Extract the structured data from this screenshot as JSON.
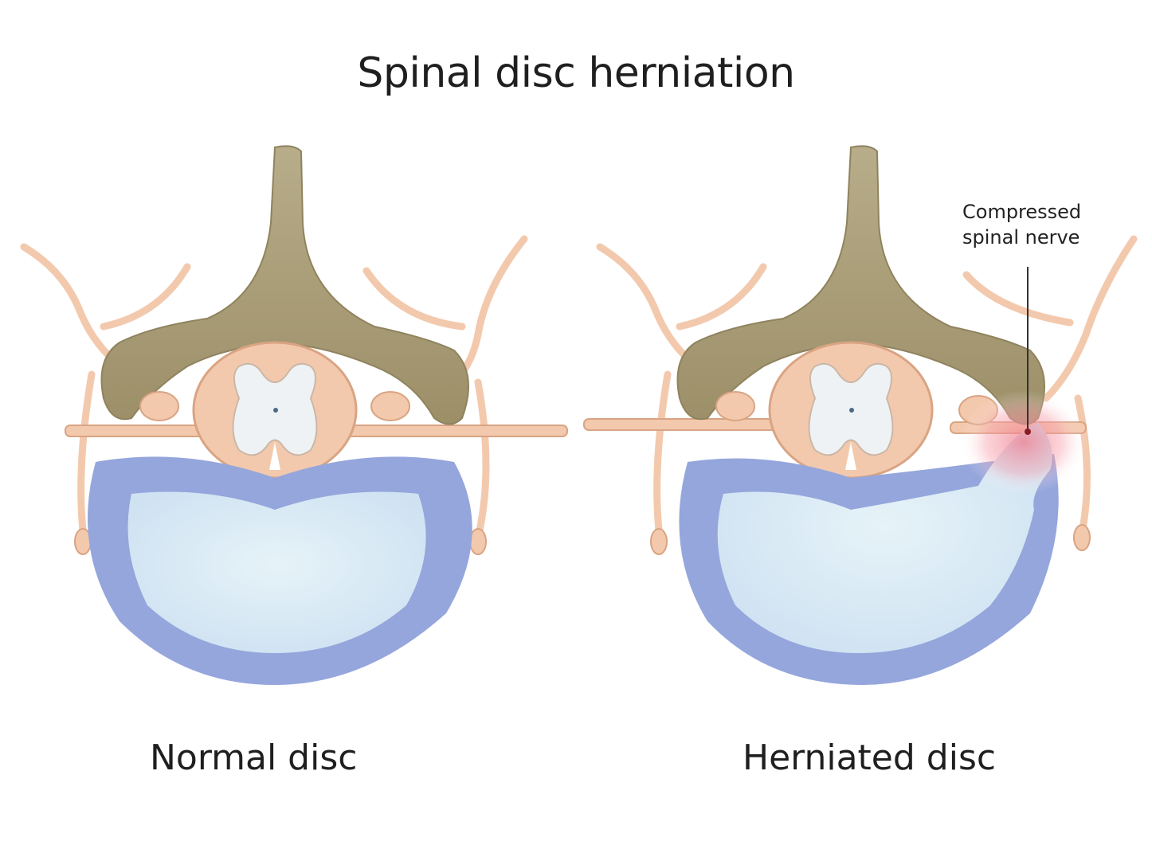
{
  "title": "Spinal disc herniation",
  "panels": [
    {
      "id": "normal",
      "caption": "Normal disc"
    },
    {
      "id": "herniated",
      "caption": "Herniated disc"
    }
  ],
  "callout": {
    "line1": "Compressed",
    "line2": "spinal nerve"
  },
  "colors": {
    "bone": "#a99d77",
    "bone_light": "#cfc5a8",
    "nerve": "#f3c9ad",
    "nerve_edge": "#d9a483",
    "gray_matter": "#eef2f5",
    "annulus": "#95a6dc",
    "nucleus": "#dcecf6",
    "inflammation": "#f27a8a",
    "leader_line": "#333333"
  }
}
